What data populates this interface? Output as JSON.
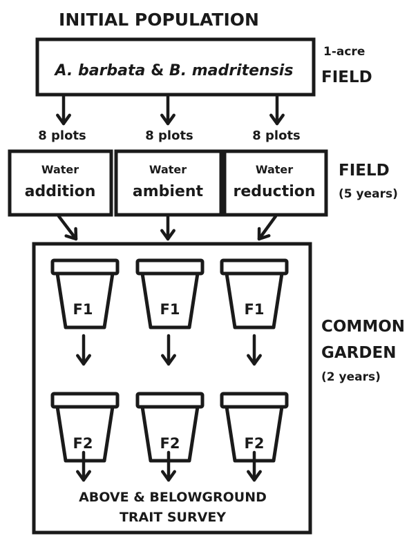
{
  "title": "INITIAL POPULATION",
  "population": {
    "species_a": "A. barbata",
    "connector": "&",
    "species_b": "B. madritensis",
    "area_note": "1-acre",
    "area_label": "FIELD"
  },
  "plot_count_label": "8 plots",
  "treatments": [
    {
      "line1": "Water",
      "line2": "addition"
    },
    {
      "line1": "Water",
      "line2": "ambient"
    },
    {
      "line1": "Water",
      "line2": "reduction"
    }
  ],
  "field_stage": {
    "label": "FIELD",
    "duration": "(5 years)"
  },
  "generations": [
    "F1",
    "F2"
  ],
  "garden_stage": {
    "line1": "COMMON",
    "line2": "GARDEN",
    "duration": "(2 years)"
  },
  "survey": {
    "line1": "ABOVE & BELOWGROUND",
    "line2": "TRAIT SURVEY"
  },
  "colors": {
    "ink": "#1a1a1a",
    "background": "#ffffff"
  }
}
